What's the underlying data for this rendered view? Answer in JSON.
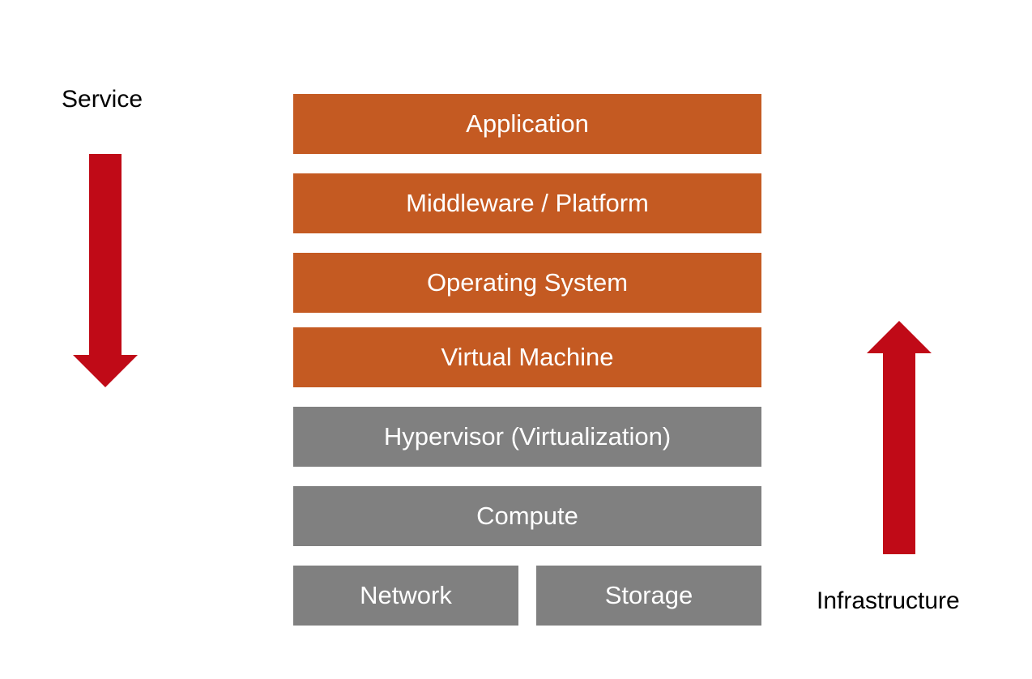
{
  "labels": {
    "service": "Service",
    "infrastructure": "Infrastructure"
  },
  "layers": {
    "application": "Application",
    "middleware": "Middleware / Platform",
    "operating_system": "Operating System",
    "virtual_machine": "Virtual Machine",
    "hypervisor": "Hypervisor (Virtualization)",
    "compute": "Compute",
    "network": "Network",
    "storage": "Storage"
  },
  "colors": {
    "service_layer": "#c45a22",
    "infrastructure_layer": "#808080",
    "arrow": "#c00a17"
  },
  "icons": {
    "service_arrow": "arrow-down-icon",
    "infrastructure_arrow": "arrow-up-icon"
  }
}
